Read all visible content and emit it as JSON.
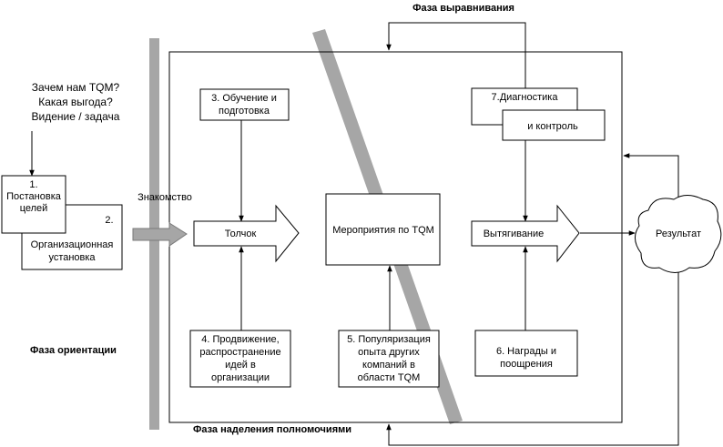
{
  "diagram": {
    "phase_alignment": "Фаза выравнивания",
    "phase_orientation": "Фаза ориентации",
    "phase_empowerment": "Фаза наделения полномочиями",
    "questions": [
      "Зачем нам TQM?",
      "Какая выгода?",
      "Видение / задача"
    ],
    "introduction": "Знакомство",
    "box1": [
      "1.",
      "Постановка",
      "целей"
    ],
    "box2": [
      "2.",
      "Организационная",
      "установка"
    ],
    "box3": [
      "3. Обучение и",
      "подготовка"
    ],
    "push": "Толчок",
    "tqm_events": "Мероприятия по TQM",
    "pull": "Вытягивание",
    "box7_top": "7.Диагностика",
    "box7_bottom": "и контроль",
    "result": "Результат",
    "box4": [
      "4. Продвижение,",
      "распространение",
      "идей в",
      "организации"
    ],
    "box5": [
      "5. Популяризация",
      "опыта других",
      "компаний в",
      "области TQM"
    ],
    "box6": [
      "6. Награды и",
      "поощрения"
    ]
  }
}
